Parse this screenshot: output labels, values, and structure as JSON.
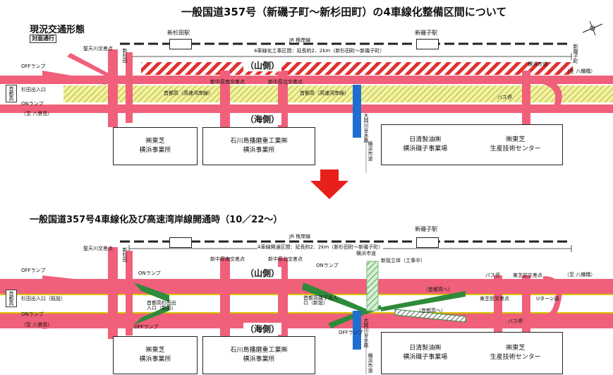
{
  "title_top": "一般国道357号（新磯子町～新杉田町）の4車線化整備区間について",
  "before": {
    "heading": "現況交通形態",
    "tag": "対面通行",
    "station_left": "新杉田駅",
    "station_right": "新磯子駅",
    "jr_line": "JR 根岸線",
    "section_label": "4車線化工事区間：延長約2．2km（新杉田町～新磯子町）",
    "mountain_side": "（山側）",
    "sea_side": "（海側）",
    "intersection_left": "聖天川交差点",
    "left_v1": "新杉田",
    "left_v2": "新杉田町",
    "right_v": "新磯子町",
    "right_to": "（至 八幡橋）",
    "off_ramp": "OFFランプ",
    "sugita_exit": "杉田出入口",
    "on_ramp": "ONランプ",
    "to_hakkeijima": "（至 八景島）",
    "shutoko": "首都高",
    "intersection_mid1": "新中原南交差点",
    "intersection_mid2": "新中原北交差点",
    "expressway_label_1": "首都高（高速湾岸線）",
    "expressway_label_2": "首都高（高速湾岸線）",
    "yokohama_road": "横浜市道",
    "bus_stop": "バス停",
    "omiya_river": "大岡川分水路",
    "yokohama_kaido": "横浜市道",
    "bldg1_l1": "㈱東芝",
    "bldg1_l2": "横浜事業所",
    "bldg2_l1": "石川島播磨重工業㈱",
    "bldg2_l2": "横浜事業所",
    "bldg3_l1": "日清製油㈱",
    "bldg3_l2": "横浜磯子事業場",
    "bldg4_l1": "㈱東芝",
    "bldg4_l2": "生産技術センター"
  },
  "after": {
    "heading": "一般国道357号4車線化及び高速湾岸線開通時（10／22～）",
    "station_left": "新杉田駅",
    "station_right": "新磯子駅",
    "jr_line": "JR 根岸線",
    "section_label": "4車線開通区間：延長約2．2km（新杉田町～新磯子町）",
    "mountain_side": "（山側）",
    "sea_side": "（海側）",
    "intersection_left": "聖天川交差点",
    "left_v1": "新杉田",
    "off_ramp": "OFFランプ",
    "sugita_exit": "杉田出入口（既設）",
    "on_ramp": "ONランプ",
    "to_hakkeijima": "（至 八景島）",
    "shutoko": "首都高",
    "on_ramp_a": "ONランプ",
    "on_ramp_b": "ONランプ",
    "off_ramp_a": "OFFランプ",
    "off_ramp_b": "OFFランプ",
    "exit_new_1": "首都高杉田出入口（新設）",
    "exit_new_2": "首都高磯子出入口（新設）",
    "to_shutoko": "（首都高へ）",
    "from_shutoko": "（首都高へ）",
    "intersection_mid1": "新中原南交差点",
    "intersection_mid2": "新中原北交差点",
    "intersection_toshiba": "東芝前交差点",
    "intersection_toshiba2": "東芝前交差点",
    "overpass": "新設立体（工事中）",
    "yokohama_road": "横浜市道",
    "bus_stop": "バス停",
    "bus_stop2": "バス停",
    "u_turn": "Uターン路",
    "right_to": "（至 八幡橋）",
    "omiya_river": "大岡川分水路",
    "yokohama_kaido": "横浜市道",
    "bldg1_l1": "㈱東芝",
    "bldg1_l2": "横浜事業所",
    "bldg2_l1": "石川島播磨重工業㈱",
    "bldg2_l2": "横浜事業所",
    "bldg3_l1": "日清製油㈱",
    "bldg3_l2": "横浜磯子事業場",
    "bldg4_l1": "㈱東芝",
    "bldg4_l2": "生産技術センター"
  },
  "colors": {
    "road": "#f0607a",
    "expressway": "#e8e890",
    "river": "#1f6fd0",
    "ramp": "#2e8b3a",
    "arrow": "#e8201c",
    "hatch": "#e0302f"
  }
}
